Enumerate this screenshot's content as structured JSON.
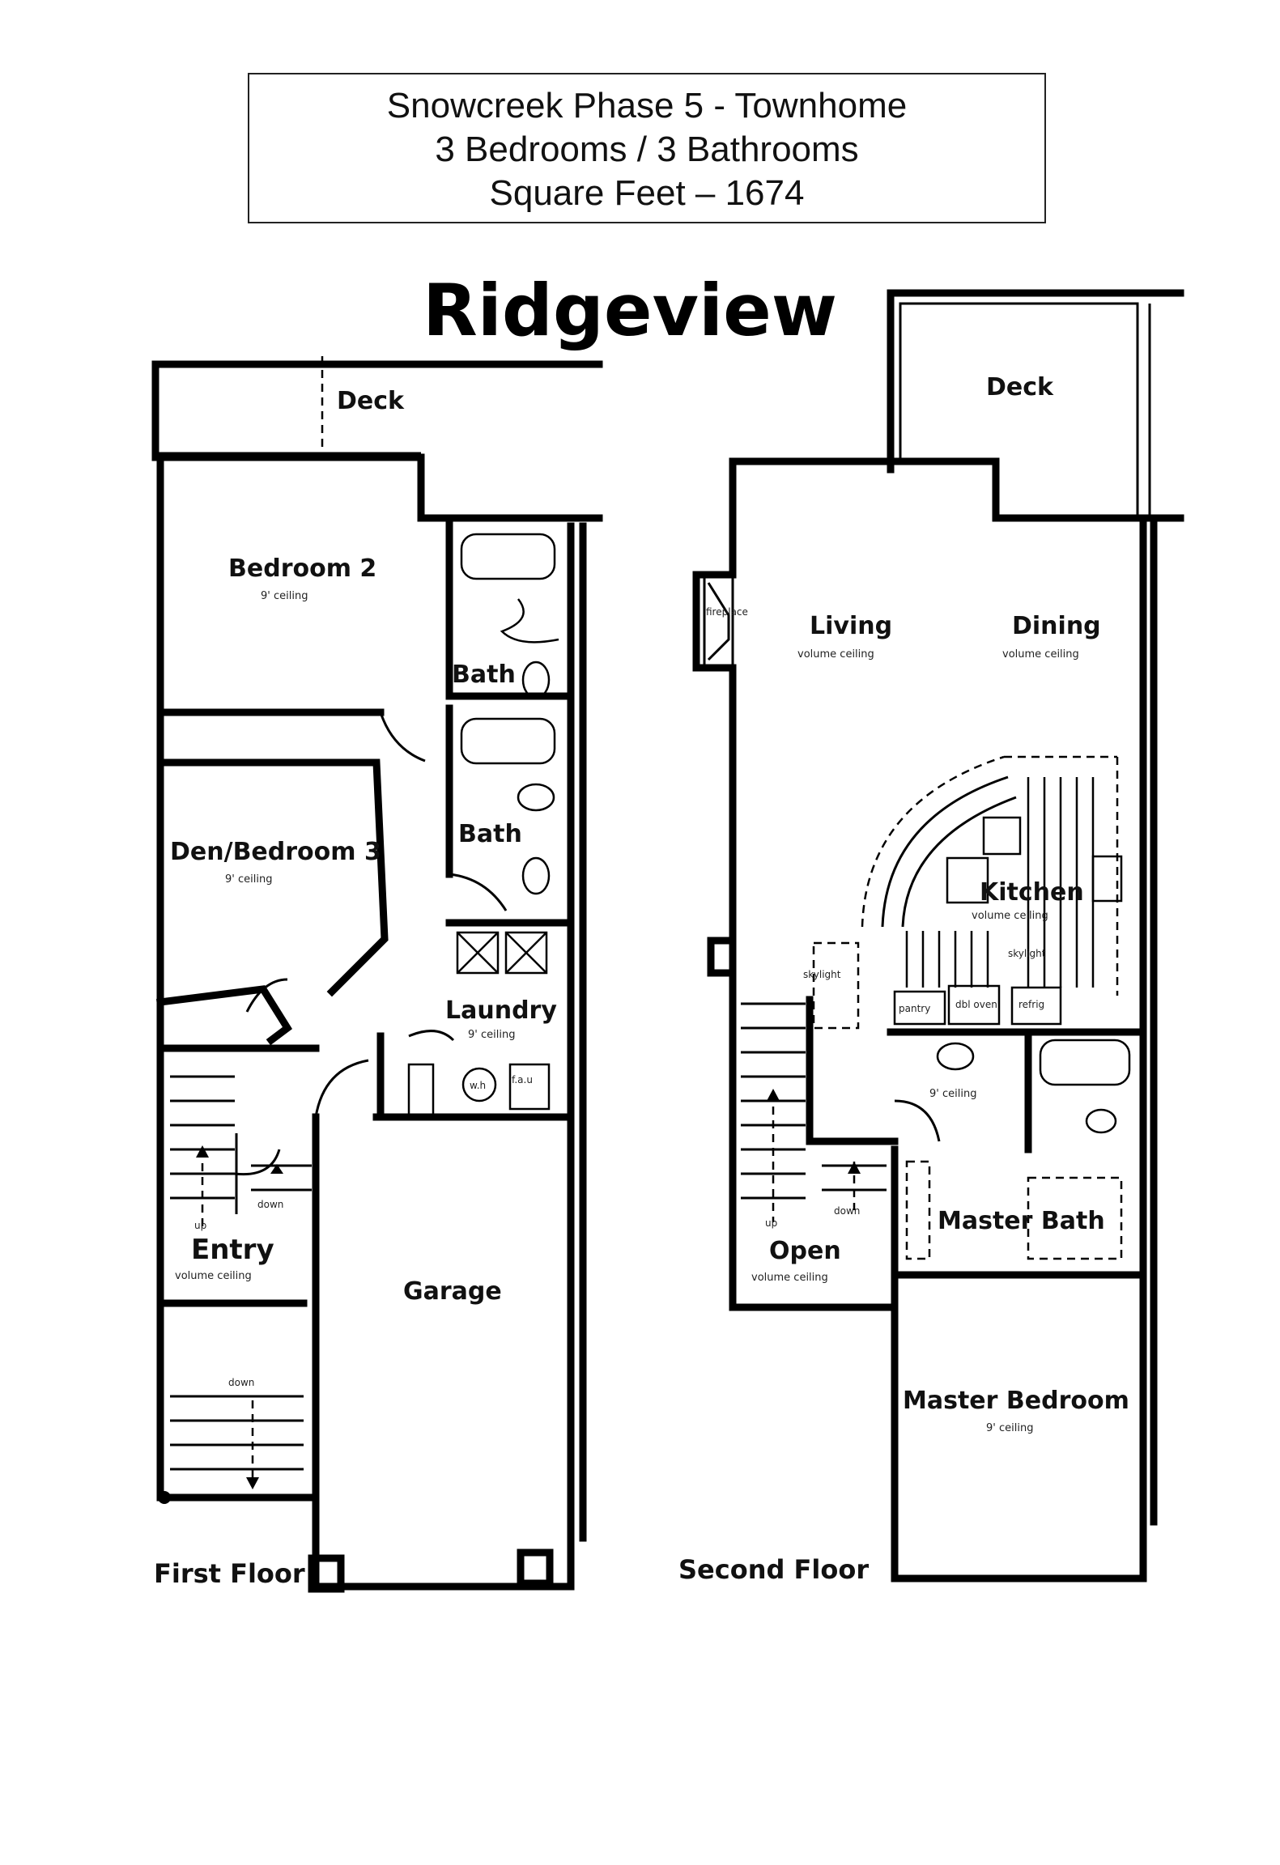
{
  "header": {
    "line1": "Snowcreek Phase 5 - Townhome",
    "line2": "3 Bedrooms / 3 Bathrooms",
    "line3": "Square Feet – 1674"
  },
  "plan_title": "Ridgeview",
  "first_floor": {
    "label": "First Floor",
    "rooms": {
      "deck": "Deck",
      "bedroom2": "Bedroom 2",
      "bedroom2_note": "9' ceiling",
      "bath1": "Bath",
      "bath2": "Bath",
      "den": "Den/Bedroom 3",
      "den_note": "9' ceiling",
      "laundry": "Laundry",
      "laundry_note": "9' ceiling",
      "wh": "w.h",
      "fau": "f.a.u",
      "stair_up": "up",
      "stair_down": "down",
      "entry": "Entry",
      "entry_note": "volume ceiling",
      "garage": "Garage",
      "lower_down": "down"
    }
  },
  "second_floor": {
    "label": "Second Floor",
    "rooms": {
      "deck": "Deck",
      "fireplace": "fireplace",
      "living": "Living",
      "living_note": "volume ceiling",
      "dining": "Dining",
      "dining_note": "volume ceiling",
      "kitchen": "Kitchen",
      "kitchen_note": "volume ceiling",
      "skylight_k": "skylight",
      "skylight": "skylight",
      "pantry": "pantry",
      "dbl_oven": "dbl oven",
      "refrig": "refrig",
      "hall_note": "9' ceiling",
      "stair_up": "up",
      "stair_down": "down",
      "open": "Open",
      "open_note": "volume ceiling",
      "master_bath": "Master Bath",
      "master_bedroom": "Master Bedroom",
      "master_bedroom_note": "9' ceiling"
    }
  }
}
